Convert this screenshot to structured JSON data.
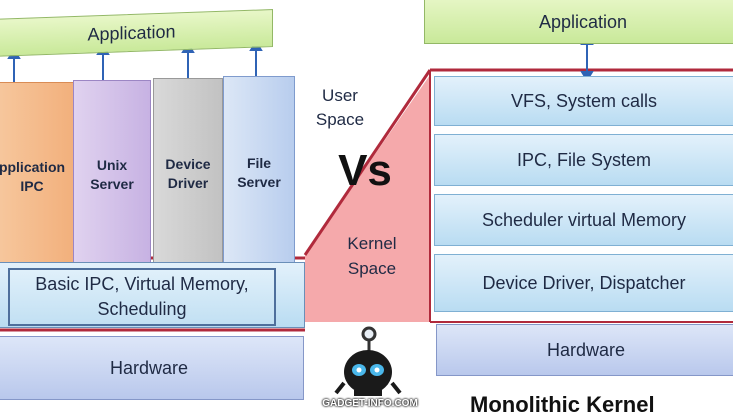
{
  "microkernel": {
    "application": "Application",
    "services": [
      "pplication\nIPC",
      "Unix\nServer",
      "Device\nDriver",
      "File\nServer"
    ],
    "kernel_layer": "Basic IPC, Virtual Memory,\nScheduling",
    "hardware": "Hardware"
  },
  "middle": {
    "user_space": "User\nSpace",
    "vs": "Vs",
    "kernel_space": "Kernel\nSpace",
    "watermark": "GADGET-INFO.COM"
  },
  "monolithic": {
    "application": "Application",
    "layers": [
      "VFS, System calls",
      "IPC, File System",
      "Scheduler virtual Memory",
      "Device Driver, Dispatcher"
    ],
    "hardware": "Hardware",
    "title": "Monolithic Kernel"
  },
  "colors": {
    "kernel_space_fill": "#f4a6a8",
    "boundary_line": "#b02a3c",
    "arrow": "#2f63b5"
  }
}
